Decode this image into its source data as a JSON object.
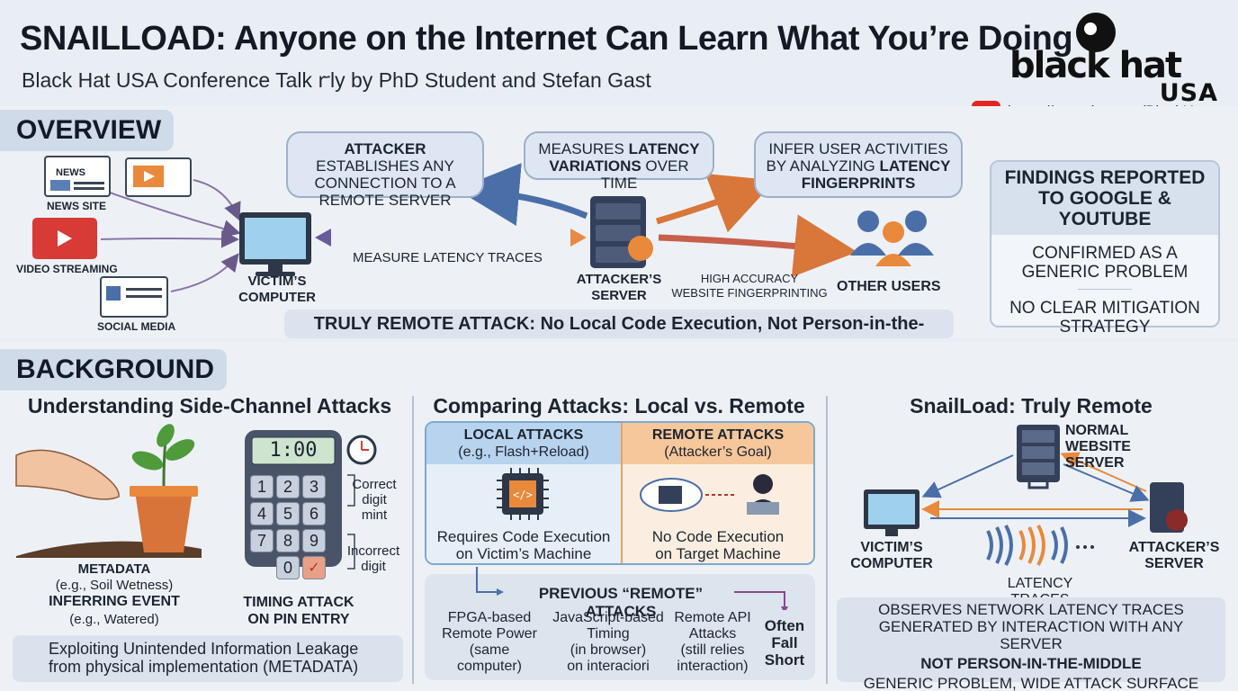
{
  "header": {
    "title": "SNAILLOAD: Anyone on the Internet Can Learn What You’re Doing",
    "subtitle": "Black Hat USA Conference Talk ꭈly by PhD Student and Stefan Gast",
    "logo_word": "black hat",
    "logo_usa": "USA",
    "youtube_url": "https://youtube.com/BlackHat"
  },
  "overview": {
    "tab": "OVERVIEW",
    "sources": [
      "NEWS SITE",
      "VIDEO STREAMING",
      "SOCIAL MEDIA"
    ],
    "news_badge": "NEWS",
    "victim_label": "VICTIM’S\nCOMPUTER",
    "bubble_left_pre": "ATTACKER",
    "bubble_left_post": " ESTABLISHES ANY CONNECTION TO A REMOTE SERVER",
    "bubble_mid_pre": "MEASURES ",
    "bubble_mid_b1": "LATENCY",
    "bubble_mid_b2": "VARIATIONS",
    "bubble_mid_post": " OVER TIME",
    "bubble_right_pre": "INFER USER ACTIVITIES BY ANALYZING ",
    "bubble_right_b1": "LATENCY",
    "bubble_right_b2": "FINGERPRINTS",
    "measure_label": "MEASURE LATENCY TRACES",
    "attacker_label": "ATTACKER’S\nSERVER",
    "accuracy_label": "HIGH ACCURACY\nWEBSITE FINGERPRINTING",
    "other_users": "OTHER USERS",
    "banner": "TRULY REMOTE ATTACK: No Local Code Execution, Not Person-in-the-Middle!",
    "findings_title": "FINDINGS REPORTED TO GOOGLE & YOUTUBE",
    "findings_items": [
      "CONFIRMED AS A GENERIC PROBLEM",
      "NO CLEAR MITIGATION STRATEGY"
    ]
  },
  "background": {
    "tab": "BACKGROUND",
    "col1": {
      "title": "Understanding Side-Channel Attacks",
      "metadata": "METADATA",
      "metadata_eg": "(e.g., Soil Wetness)",
      "inferring": "INFERRING EVENT",
      "inferring_eg": "(e.g., Watered)",
      "display": "1:00",
      "keys": [
        "1",
        "2",
        "3",
        "4",
        "5",
        "6",
        "7",
        "8",
        "9",
        "0"
      ],
      "correct": "Correct\ndigit\nmint",
      "incorrect": "Incorrect\ndigit",
      "timing": "TIMING ATTACK\nON PIN ENTRY",
      "footer": "Exploiting Unintended Information Leakage\nfrom physical implementation (METADATA)"
    },
    "col2": {
      "title": "Comparing Attacks: Local vs. Remote",
      "local_head": "LOCAL ATTACKS",
      "local_sub": "(e.g., Flash+Reload)",
      "local_text": "Requires Code Execution\non Victim’s Machine",
      "remote_head": "REMOTE ATTACKS",
      "remote_sub": "(Attacker’s Goal)",
      "remote_text": "No Code Execution\non Target Machine",
      "prev_title": "PREVIOUS “REMOTE” ATTACKS",
      "prev_items": [
        "FPGA-based\nRemote Power\n(same\ncomputer)",
        "JavaScript-based\nTiming\n(in browser)\non interaciori",
        "Remote API\nAttacks\n(still relies\ninteraction)"
      ],
      "fall_short": "Often\nFall\nShort"
    },
    "col3": {
      "title": "SnailLoad: Truly Remote",
      "normal_server": "NORMAL\nWEBSITE\nSERVER",
      "victim": "VICTIM’S\nCOMPUTER",
      "attacker": "ATTACKER’S\nSERVER",
      "latency": "LATENCY TRACES",
      "footer1": "OBSERVES NETWORK LATENCY TRACES GENERATED BY INTERACTION WITH ANY SERVER",
      "footer2": "NOT PERSON-IN-THE-MIDDLE",
      "footer3": "GENERIC PROBLEM, WIDE ATTACK SURFACE"
    }
  },
  "colors": {
    "accent_blue": "#4a6fa8",
    "accent_orange": "#e8893c",
    "youtube_red": "#e52520"
  }
}
